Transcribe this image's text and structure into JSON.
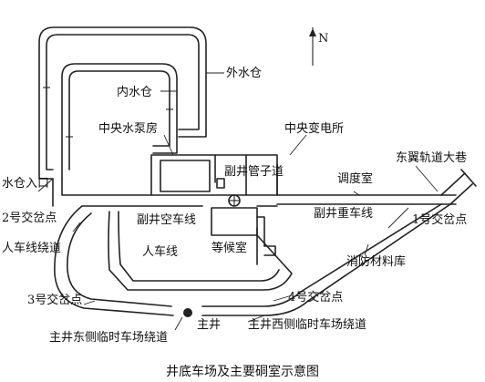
{
  "north": "N",
  "labels": {
    "outer_reservoir": "外水仓",
    "inner_reservoir": "内水仓",
    "central_pump_room": "中央水泵房",
    "central_substation": "中央变电所",
    "auxiliary_shaft": "副井",
    "pipe_way": "管子道",
    "dispatch_room": "调度室",
    "east_wing_roadway": "东翼轨道大巷",
    "reservoir_entrance": "水仓入口",
    "junction_2": "2号交岔点",
    "aux_empty_line": "副井空车线",
    "aux_heavy_line": "副井重车线",
    "junction_1": "1号交岔点",
    "personnel_bypass": "人车线绕道",
    "waiting_room": "等候室",
    "personnel_line": "人车线",
    "fire_material_store": "消防材料库",
    "junction_3": "3号交岔点",
    "junction_4": "4号交岔点",
    "main_shaft": "主井",
    "main_east_temp_bypass": "主井东侧临时车场绕道",
    "main_west_temp_bypass": "主井西侧临时车场绕道"
  },
  "caption": "井底车场及主要硐室示意图"
}
